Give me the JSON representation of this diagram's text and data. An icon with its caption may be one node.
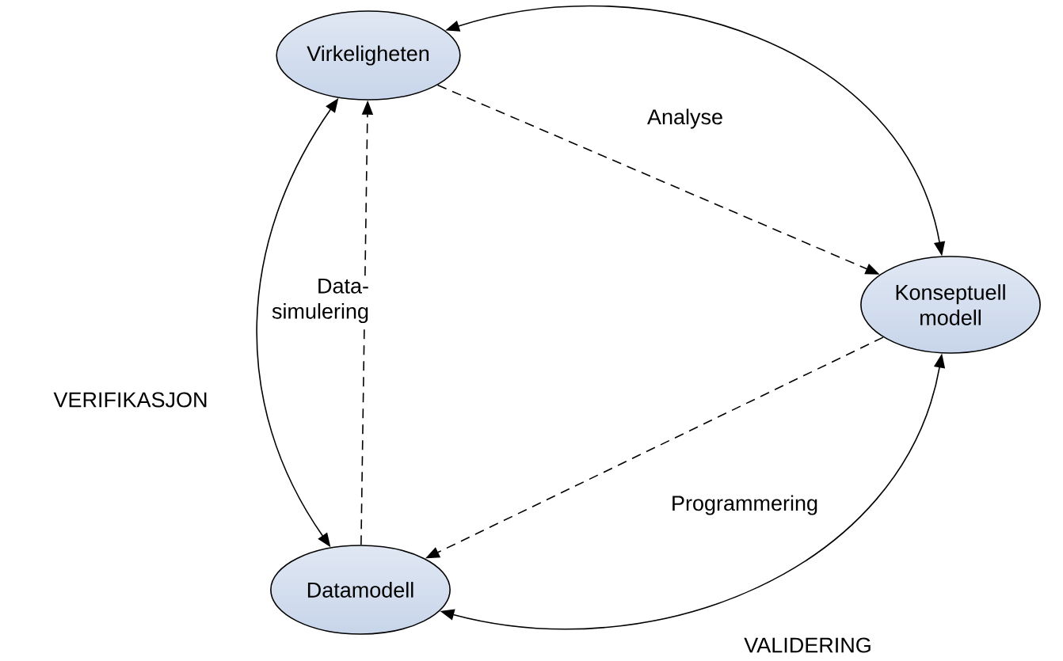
{
  "diagram": {
    "nodes": [
      {
        "text": [
          "Virkeligheten"
        ]
      },
      {
        "text": [
          "Konseptuell modell"
        ]
      },
      {
        "text": [
          "Datamodell"
        ]
      }
    ],
    "edges": [
      {
        "from": 0,
        "to": 1,
        "arrow": "to",
        "style": "dashed",
        "label": "Analyse"
      },
      {
        "from": 0,
        "to": 1,
        "arrow": "both"
      },
      {
        "from": 2,
        "to": 0,
        "arrow": "to",
        "style": "dashed",
        "label": "Data- simulering"
      },
      {
        "from": 1,
        "to": 2,
        "arrow": "to",
        "style": "dashed",
        "label": "Programmering"
      },
      {
        "from": 0,
        "to": 2,
        "arrow": "both",
        "label": "VERIFIKASJON"
      },
      {
        "from": 2,
        "to": 1,
        "arrow": "both",
        "label": "VALIDERING"
      }
    ]
  }
}
